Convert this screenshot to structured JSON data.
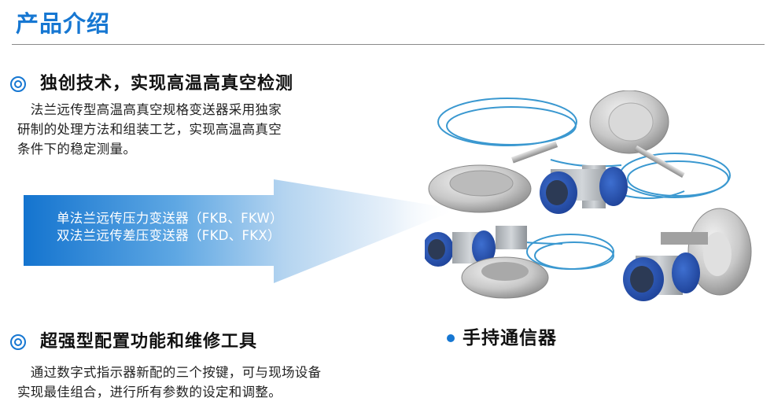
{
  "page": {
    "title": "产品介绍",
    "accent_color": "#1677d2"
  },
  "section1": {
    "icon": "bullseye-icon",
    "heading": "独创技术，实现高温高真空检测",
    "body_lines": [
      "　法兰远传型高温高真空规格变送器采用独家",
      "研制的处理方法和组装工艺，实现高温高真空",
      "条件下的稳定测量。"
    ]
  },
  "arrow_banner": {
    "lines": [
      "单法兰远传压力变送器（FKB、FKW）",
      "双法兰远传差压变送器（FKD、FKX）"
    ],
    "gradient_start": "#1474cf",
    "gradient_end": "#ffffff"
  },
  "product_image": {
    "alt": "法兰远传变送器产品图（蓝色毛细管、法兰膜盒、蓝色表头）"
  },
  "section2": {
    "icon": "bullseye-icon",
    "heading": "超强型配置功能和维修工具",
    "body_lines": [
      "　通过数字式指示器新配的三个按键，可与现场设备",
      "实现最佳组合，进行所有参数的设定和调整。"
    ]
  },
  "accessory": {
    "icon": "dot-bullet-icon",
    "label": "手持通信器"
  }
}
